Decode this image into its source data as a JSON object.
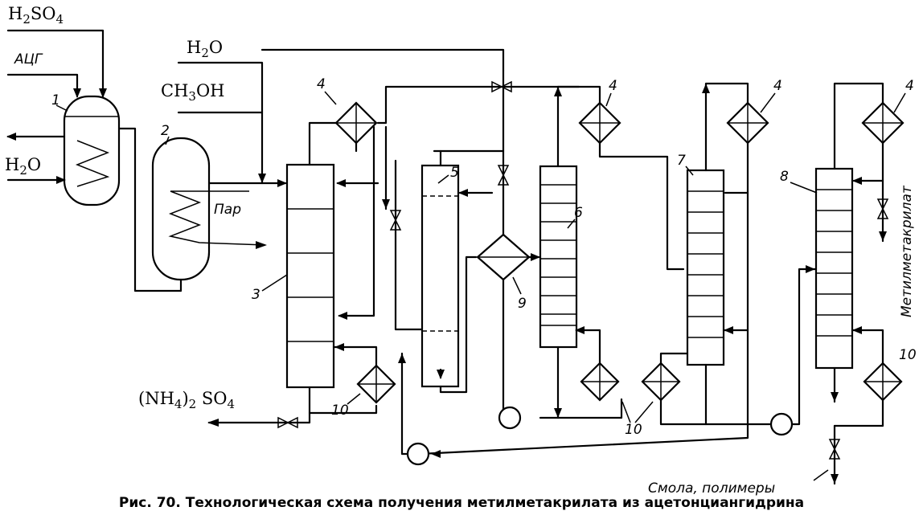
{
  "inputs": {
    "h2so4": {
      "main": "H",
      "sub1": "2",
      "mid": "SO",
      "sub2": "4"
    },
    "acg": "АЦГ",
    "water_left": {
      "main": "H",
      "sub": "2",
      "rest": "O"
    },
    "water_top": {
      "main": "H",
      "sub": "2",
      "rest": "O"
    },
    "methanol": {
      "a": "CH",
      "sub": "3",
      "b": "OH"
    },
    "steam": "Пар",
    "ammonium_sulfate": {
      "open": "(NH",
      "sub1": "4",
      "close": ")",
      "sub2": "2",
      "mid": " SO",
      "sub3": "4"
    }
  },
  "outputs": {
    "product": "Метилметакрилат",
    "residue": "Смола, полимеры"
  },
  "equipment_numbers": {
    "reactor": "1",
    "reactor2": "2",
    "column3": "3",
    "condenser": "4",
    "column5": "5",
    "column6": "6",
    "column7": "7",
    "column8": "8",
    "separator": "9",
    "reboiler": "10"
  },
  "caption": "Рис. 70. Технологическая схема получения метилметакрилата из ацетонциангидрина"
}
